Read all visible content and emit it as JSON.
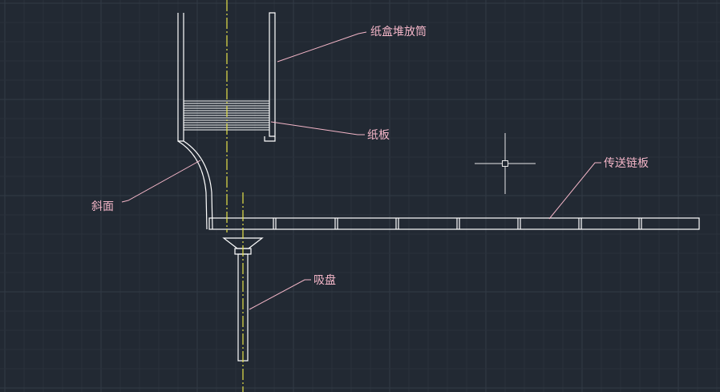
{
  "colors": {
    "background": "#222933",
    "grid_minor": "#2a313b",
    "grid_major": "#323a46",
    "outline": "#ffffff",
    "centerline": "#e5e24a",
    "leader": "#f4b6c8",
    "label": "#f4b6c8",
    "crosshair": "#e8e8e8"
  },
  "labels": {
    "carton_stack_tube": "纸盒堆放筒",
    "cardboard": "纸板",
    "conveyor_chain_plate": "传送链板",
    "slope": "斜面",
    "suction_cup": "吸盘"
  },
  "icons": {
    "cursor": "crosshair-cursor-icon"
  }
}
